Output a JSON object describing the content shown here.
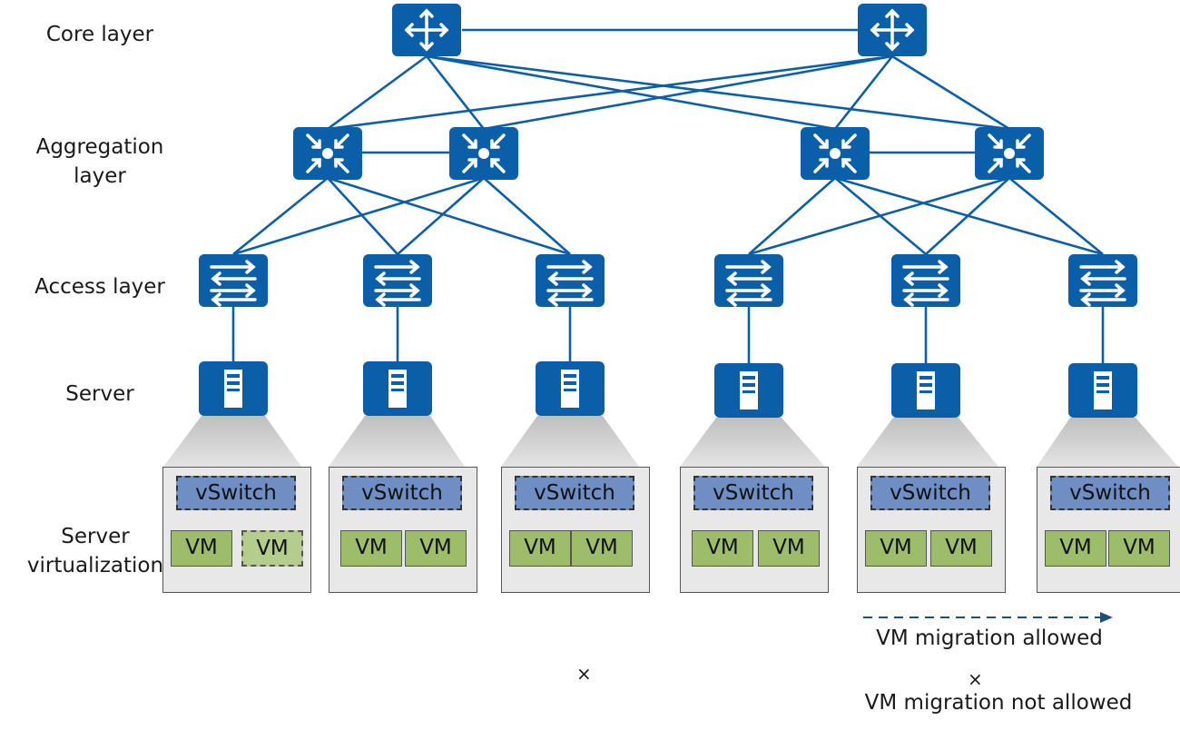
{
  "layers": {
    "core": "Core layer",
    "aggregation_line1": "Aggregation",
    "aggregation_line2": "layer",
    "access": "Access layer",
    "server": "Server",
    "virt_line1": "Server",
    "virt_line2": "virtualization"
  },
  "hosts": [
    {
      "vswitch": "vSwitch",
      "vm1": "VM",
      "vm2": "VM"
    },
    {
      "vswitch": "vSwitch",
      "vm1": "VM",
      "vm2": "VM"
    },
    {
      "vswitch": "vSwitch",
      "vm1": "VM",
      "vm2": "VM"
    },
    {
      "vswitch": "vSwitch",
      "vm1": "VM",
      "vm2": "VM"
    },
    {
      "vswitch": "vSwitch",
      "vm1": "VM",
      "vm2": "VM"
    },
    {
      "vswitch": "vSwitch",
      "vm1": "VM",
      "vm2": "VM"
    }
  ],
  "legend": {
    "allowed": "VM migration allowed",
    "not_allowed": "VM migration not allowed",
    "cross_mark": "×"
  },
  "colors": {
    "device_blue": "#0b5ea8",
    "vswitch_blue": "#6f8fc4",
    "vm_green": "#9dbd6a",
    "host_gray": "#e8e8e8",
    "link_blue": "#0b5ea8",
    "migration_arrow": "#1f4e79"
  }
}
